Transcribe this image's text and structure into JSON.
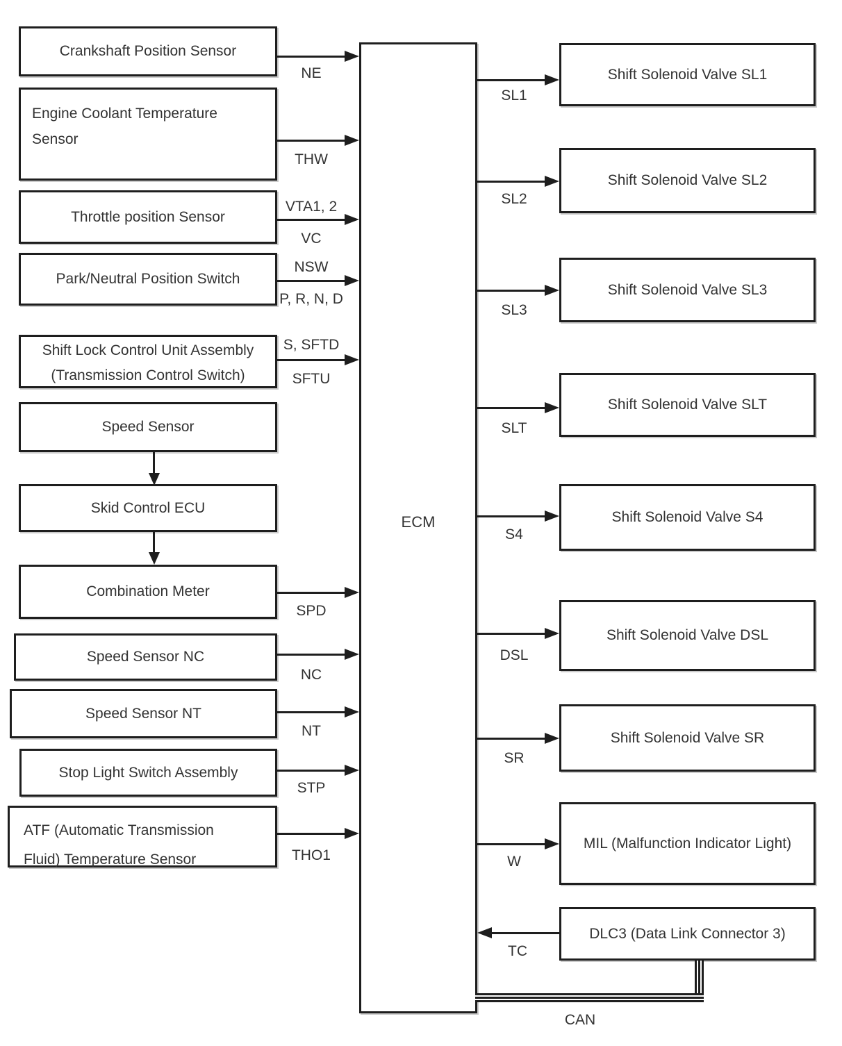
{
  "ecm": {
    "label": "ECM"
  },
  "bus": {
    "label": "CAN"
  },
  "inputs": [
    {
      "box": {
        "lines": [
          "Crankshaft Position Sensor"
        ]
      },
      "signal_below": "NE"
    },
    {
      "box": {
        "lines": [
          "Engine Coolant Temperature",
          "Sensor"
        ]
      },
      "signal_below": "THW"
    },
    {
      "box": {
        "lines": [
          "Throttle position Sensor"
        ]
      },
      "signal_above": "VTA1, 2",
      "signal_below": "VC"
    },
    {
      "box": {
        "lines": [
          "Park/Neutral Position Switch"
        ]
      },
      "signal_above": "NSW",
      "signal_below": "P, R, N, D"
    },
    {
      "box": {
        "lines": [
          "Shift Lock Control Unit Assembly",
          "(Transmission Control Switch)"
        ]
      },
      "signal_above": "S, SFTD",
      "signal_below": "SFTU"
    },
    {
      "box": {
        "lines": [
          "Speed Sensor"
        ]
      }
    },
    {
      "box": {
        "lines": [
          "Skid Control ECU"
        ]
      }
    },
    {
      "box": {
        "lines": [
          "Combination Meter"
        ]
      },
      "signal_below": "SPD"
    },
    {
      "box": {
        "lines": [
          "Speed Sensor NC"
        ]
      },
      "signal_below": "NC"
    },
    {
      "box": {
        "lines": [
          "Speed Sensor NT"
        ]
      },
      "signal_below": "NT"
    },
    {
      "box": {
        "lines": [
          "Stop Light Switch Assembly"
        ]
      },
      "signal_below": "STP"
    },
    {
      "box": {
        "lines": [
          "ATF (Automatic Transmission",
          "Fluid) Temperature Sensor"
        ]
      },
      "signal_below": "THO1"
    }
  ],
  "outputs": [
    {
      "box": {
        "lines": [
          "Shift Solenoid Valve SL1"
        ]
      },
      "signal": "SL1"
    },
    {
      "box": {
        "lines": [
          "Shift Solenoid Valve SL2"
        ]
      },
      "signal": "SL2"
    },
    {
      "box": {
        "lines": [
          "Shift Solenoid Valve SL3"
        ]
      },
      "signal": "SL3"
    },
    {
      "box": {
        "lines": [
          "Shift Solenoid Valve SLT"
        ]
      },
      "signal": "SLT"
    },
    {
      "box": {
        "lines": [
          "Shift Solenoid Valve S4"
        ]
      },
      "signal": "S4"
    },
    {
      "box": {
        "lines": [
          "Shift Solenoid Valve DSL"
        ]
      },
      "signal": "DSL"
    },
    {
      "box": {
        "lines": [
          "Shift Solenoid Valve SR"
        ]
      },
      "signal": "SR"
    },
    {
      "box": {
        "lines": [
          "MIL (Malfunction Indicator Light)"
        ]
      },
      "signal": "W"
    },
    {
      "box": {
        "lines": [
          "DLC3 (Data Link Connector 3)"
        ]
      },
      "signal": "TC"
    }
  ]
}
